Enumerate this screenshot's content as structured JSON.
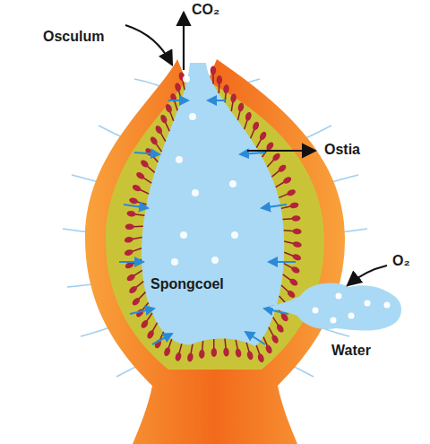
{
  "diagram": {
    "labels": [
      "CO₂",
      "Osculum",
      "Ostia",
      "Spongcoel",
      "O₂",
      "Water"
    ]
  }
}
